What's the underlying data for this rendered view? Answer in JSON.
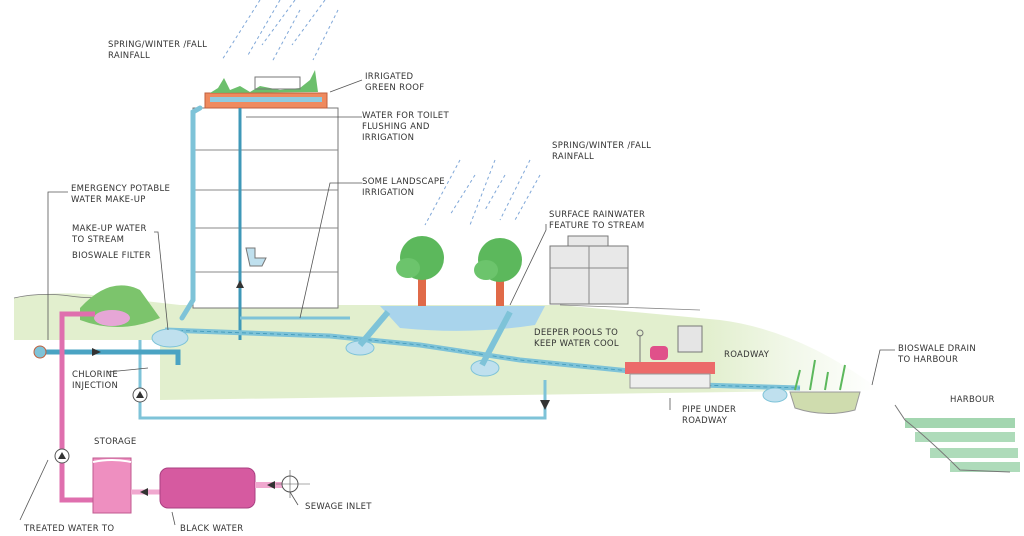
{
  "diagram": {
    "type": "water-cycle-cross-section",
    "colors": {
      "ground": "#e2efce",
      "water": "#bfe0ee",
      "pipe": "#7ec3d8",
      "pipe_dark": "#3f98b8",
      "treated_pipe": "#df6fae",
      "black_water": "#d65aa0",
      "storage": "#ee8fc0",
      "planting": "#5cb85c",
      "tree_trunk": "#e06a48",
      "roof_tray": "#ef8a5e",
      "road_deck": "#ec6a6a",
      "harbour": "#8ccc9c",
      "line": "#555555"
    },
    "labels": {
      "rainfall_left": "SPRING/WINTER /FALL\nRAINFALL",
      "green_roof": "IRRIGATED\nGREEN ROOF",
      "toilet_flushing": "WATER FOR TOILET\nFLUSHING AND\nIRRIGATION",
      "rainfall_right": "SPRING/WINTER /FALL\nRAINFALL",
      "landscape_irrigation": "SOME LANDSCAPE\nIRRIGATION",
      "emergency_potable": "EMERGENCY POTABLE\nWATER MAKE-UP",
      "makeup_water": "MAKE-UP WATER\nTO STREAM",
      "bioswale_filter": "BIOSWALE FILTER",
      "surface_rainwater": "SURFACE RAINWATER\nFEATURE TO STREAM",
      "deeper_pools": "DEEPER POOLS TO\nKEEP WATER COOL",
      "roadway": "ROADWAY",
      "bioswale_drain": "BIOSWALE DRAIN\nTO HARBOUR",
      "harbour": "HARBOUR",
      "chlorine": "CHLORINE\nINJECTION",
      "pipe_under_roadway": "PIPE UNDER\nROADWAY",
      "storage": "STORAGE",
      "sewage_inlet": "SEWAGE INLET",
      "treated_water": "TREATED WATER TO",
      "black_water": "BLACK WATER"
    }
  }
}
